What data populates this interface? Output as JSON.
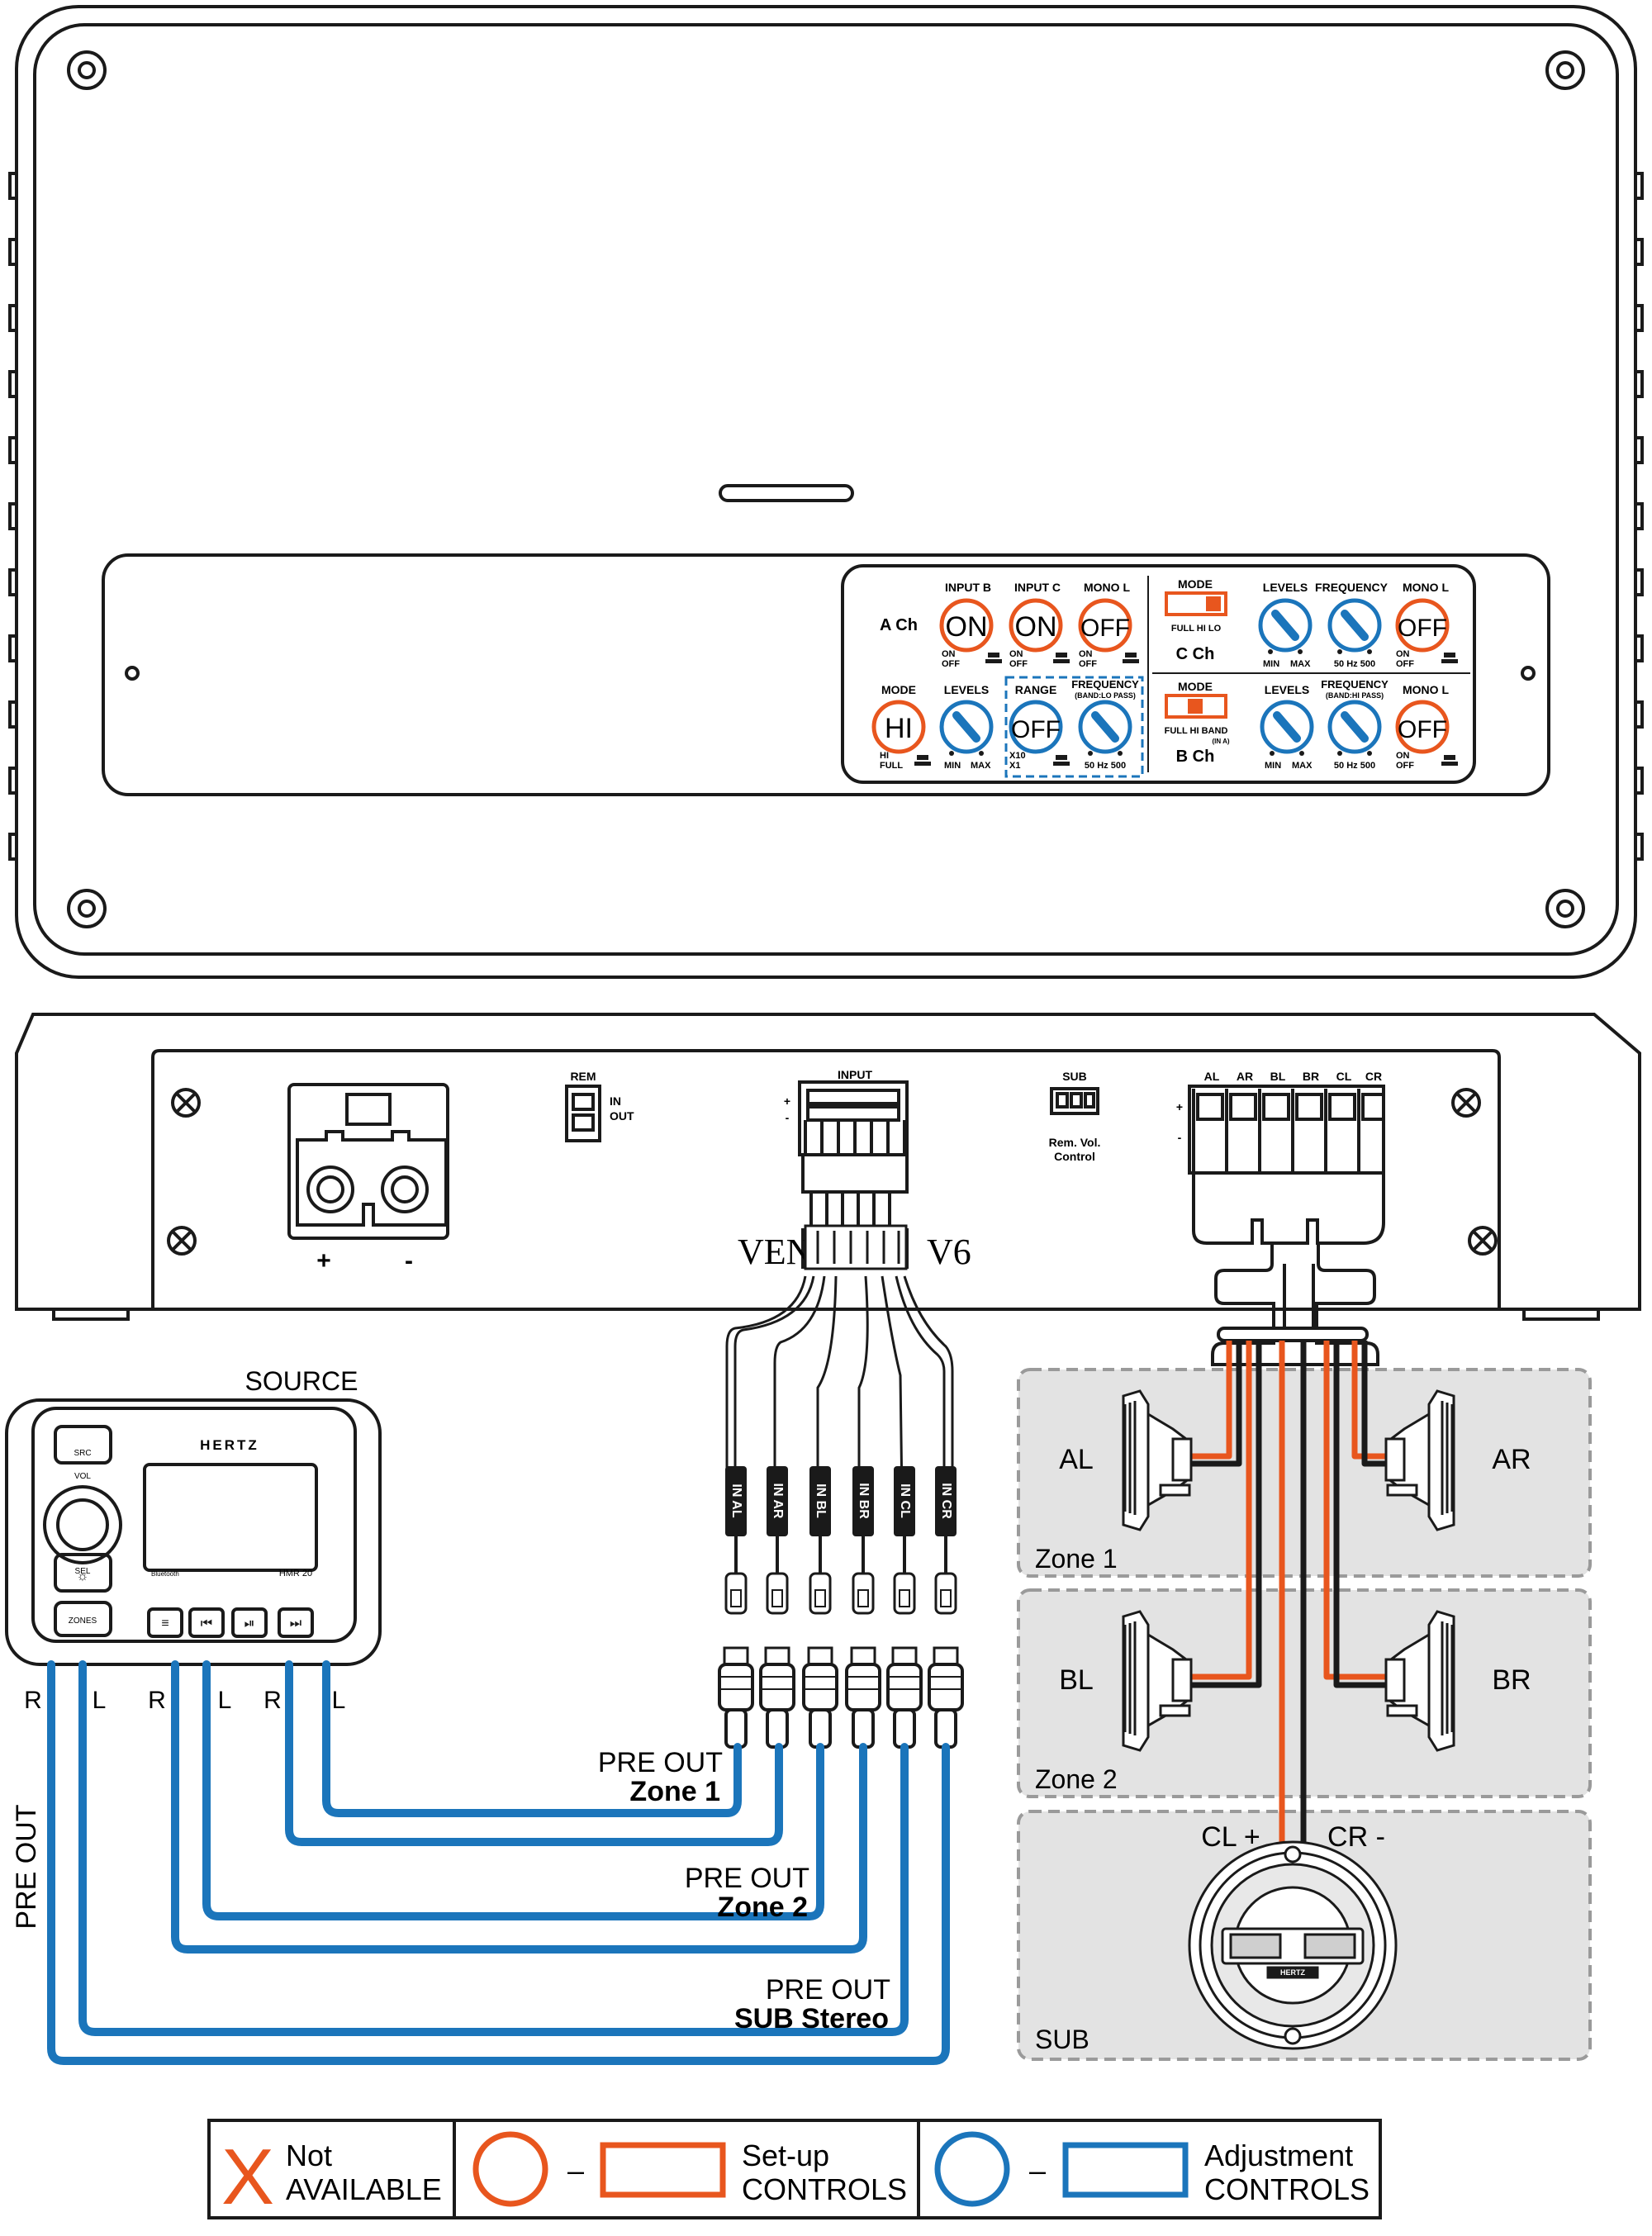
{
  "colors": {
    "setup": "#e8561e",
    "adjust": "#1b75bb",
    "line": "#1a1a1a",
    "zone_fill": "#e3e3e3",
    "zone_border": "#9a9a9a"
  },
  "panel": {
    "a_ch": "A Ch",
    "input_b": "INPUT B",
    "input_c": "INPUT C",
    "mono_l": "MONO L",
    "on": "ON",
    "off": "OFF",
    "hi": "HI",
    "on_small": "ON",
    "off_small": "OFF",
    "mode": "MODE",
    "hi_small": "HI",
    "full_small": "FULL",
    "levels": "LEVELS",
    "min": "MIN",
    "max": "MAX",
    "range": "RANGE",
    "x10": "X10",
    "x1": "X1",
    "frequency": "FREQUENCY",
    "band_lo_pass": "(BAND:LO PASS)",
    "band_hi_pass": "(BAND:HI PASS)",
    "hz_range": "50 Hz 500",
    "c_ch": "C Ch",
    "b_ch": "B Ch",
    "full_hi_lo": "FULL   HI   LO",
    "full_hi_band": "FULL   HI   BAND",
    "in_a": "(IN A)"
  },
  "amp": {
    "rem": "REM",
    "rem_in": "IN",
    "rem_out": "OUT",
    "input": "INPUT",
    "sub": "SUB",
    "rem_vol": "Rem. Vol.",
    "control": "Control",
    "plus": "+",
    "minus": "-",
    "brand_left": "VEN",
    "brand_right": "V6",
    "out_labels": [
      "AL",
      "AR",
      "BL",
      "BR",
      "CL",
      "CR"
    ]
  },
  "source": {
    "title": "SOURCE",
    "brand": "HERTZ",
    "src": "SRC",
    "vol": "VOL",
    "sel": "SEL",
    "bluetooth": "Bluetooth",
    "model": "HMR 20",
    "zones": "ZONES",
    "rl_labels": [
      "R",
      "L",
      "R",
      "L",
      "R",
      "L"
    ],
    "pre_out": "PRE OUT"
  },
  "rca_labels": [
    "IN AL",
    "IN AR",
    "IN BL",
    "IN BR",
    "IN CL",
    "IN CR"
  ],
  "pre_outs": [
    {
      "line1": "PRE OUT",
      "line2": "Zone 1"
    },
    {
      "line1": "PRE OUT",
      "line2": "Zone 2"
    },
    {
      "line1": "PRE OUT",
      "line2": "SUB Stereo"
    }
  ],
  "zones": {
    "al": "AL",
    "ar": "AR",
    "bl": "BL",
    "br": "BR",
    "zone1": "Zone 1",
    "zone2": "Zone 2",
    "sub": "SUB",
    "cl": "CL +",
    "cr": "CR -",
    "sub_brand": "HERTZ"
  },
  "legend": {
    "not": "Not",
    "available": "AVAILABLE",
    "setup1": "Set-up",
    "setup2": "CONTROLS",
    "adj1": "Adjustment",
    "adj2": "CONTROLS",
    "x": "X",
    "dash": "–"
  }
}
